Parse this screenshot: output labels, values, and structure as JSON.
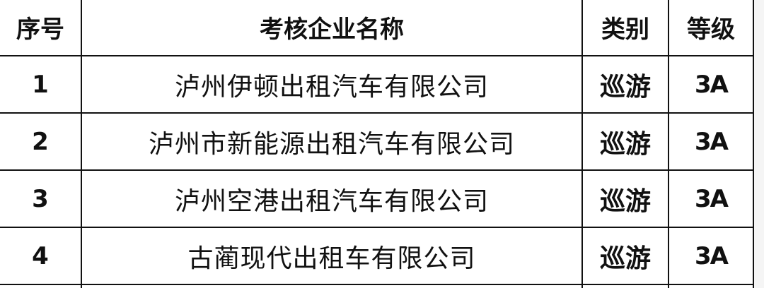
{
  "table": {
    "headers": {
      "no": "序号",
      "name": "考核企业名称",
      "type": "类别",
      "level": "等级"
    },
    "rows": [
      {
        "no": "1",
        "name": "泸州伊顿出租汽车有限公司",
        "type": "巡游",
        "level": "3A"
      },
      {
        "no": "2",
        "name": "泸州市新能源出租汽车有限公司",
        "type": "巡游",
        "level": "3A"
      },
      {
        "no": "3",
        "name": "泸州空港出租汽车有限公司",
        "type": "巡游",
        "level": "3A"
      },
      {
        "no": "4",
        "name": "古蔺现代出租车有限公司",
        "type": "巡游",
        "level": "3A"
      }
    ]
  }
}
